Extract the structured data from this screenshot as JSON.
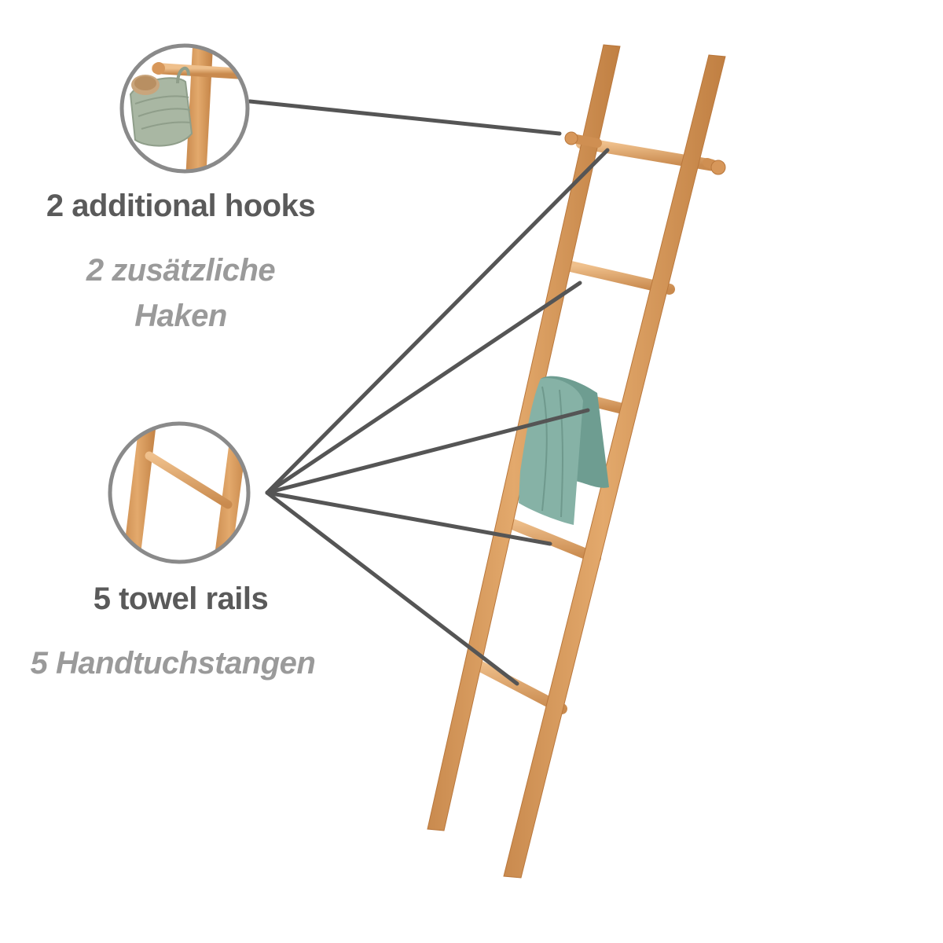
{
  "features": [
    {
      "id": "hooks",
      "label_en": "2 additional hooks",
      "label_de": "2 zusätzliche Haken",
      "detail_icon": "hook-with-basket-detail"
    },
    {
      "id": "rails",
      "label_en": "5 towel rails",
      "label_de": "5 Handtuchstangen",
      "detail_icon": "towel-rail-detail"
    }
  ],
  "colors": {
    "wood": "#d99a5c",
    "wood_dark": "#c07f42",
    "wood_light": "#ecbb85",
    "leader_line": "#555555",
    "circle_stroke": "#8a8a8a",
    "towel": "#7aa89c",
    "basket": "#a9b7a3",
    "text_primary": "#5a5a5a",
    "text_secondary": "#9a9a9a"
  }
}
